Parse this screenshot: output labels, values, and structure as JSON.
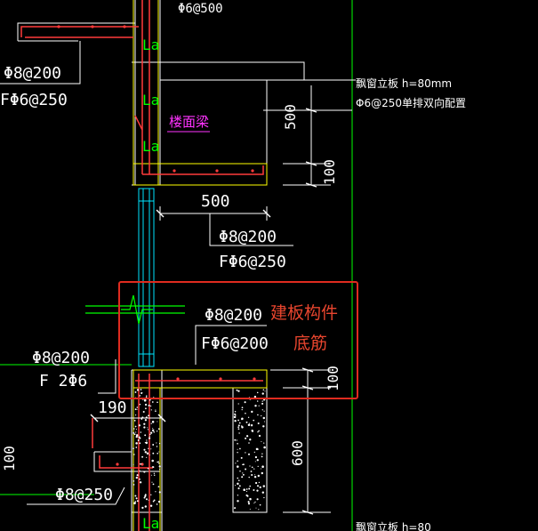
{
  "colors": {
    "background": "#000000",
    "outline": "#ffffff",
    "green_dim": "#00ff00",
    "yellow": "#ffff00",
    "rebar": "#ff3b3b",
    "cyan": "#00e5ff",
    "magenta": "#ff33ff",
    "highlight": "#e02b1f"
  },
  "labels": {
    "top_rebar": "Φ6@500",
    "left_top_main": "Φ8@200",
    "left_top_dist": "FΦ6@250",
    "la_1": "La",
    "la_2": "La",
    "la_3": "La",
    "la_4": "La",
    "beam_name": "楼面梁",
    "note_line1": "飘窗立板  h=80mm",
    "note_line2": "Φ6@250单排双向配置",
    "dim_500_v": "500",
    "dim_100_v_top": "100",
    "dim_500_h": "500",
    "mid_main": "Φ8@200",
    "mid_dist": "FΦ6@250",
    "center_main": "Φ8@200",
    "center_dist": "FΦ6@200",
    "left_low_main": "Φ8@200",
    "left_low_dist": "F 2Φ6",
    "dim_190": "190",
    "dim_100_v_mid": "100",
    "dim_600_v": "600",
    "dim_100_v_left": "100",
    "bottom_rebar": "Φ8@250",
    "bottom_note": "飘窗立板  h=80"
  },
  "annotation": {
    "line1": "建板构件",
    "line2": "底筋"
  }
}
